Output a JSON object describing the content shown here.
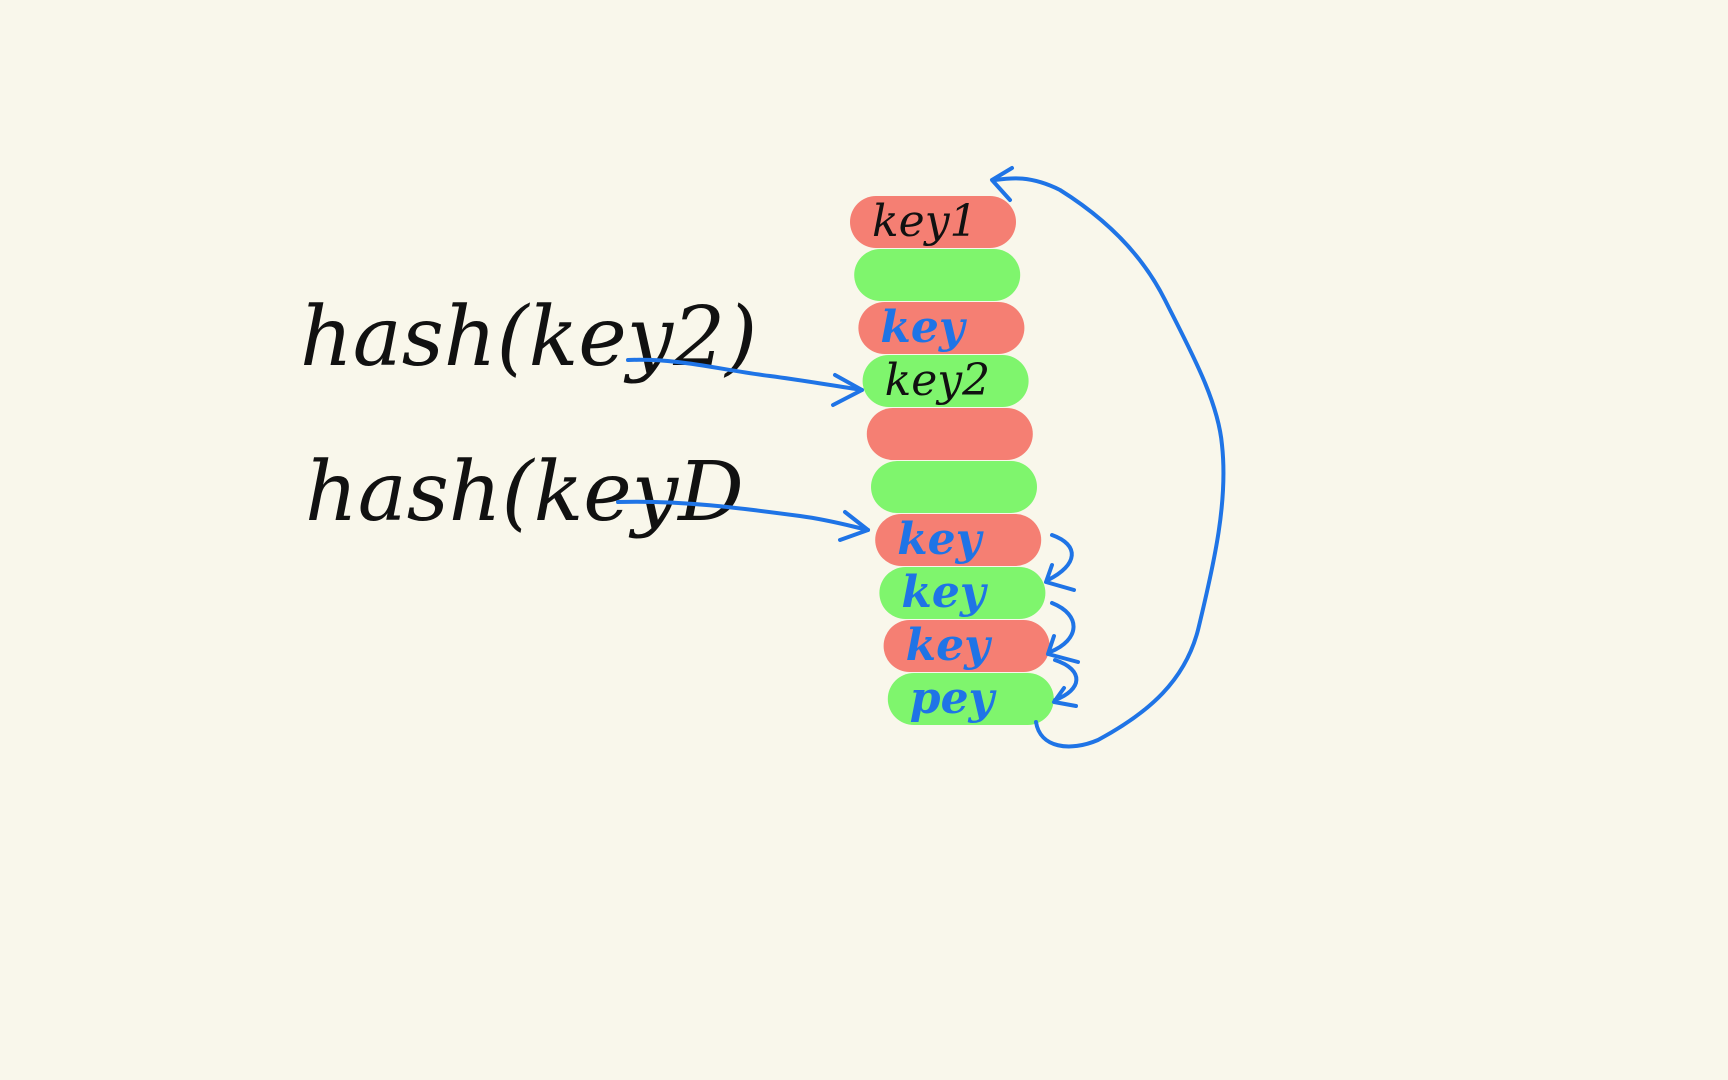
{
  "colors": {
    "background": "#f9f7eb",
    "red_slot": "#f57f73",
    "green_slot": "#7ff56d",
    "arrow": "#1f74e6",
    "ink_black": "#111111",
    "ink_blue": "#1f74e6"
  },
  "labels": {
    "hash_key2": "hash(key2)",
    "hash_key1": "hash(keyD"
  },
  "slots": [
    {
      "color": "red",
      "text": "key1",
      "ink": "black"
    },
    {
      "color": "green",
      "text": "",
      "ink": ""
    },
    {
      "color": "red",
      "text": "key",
      "ink": "blue"
    },
    {
      "color": "green",
      "text": "key2",
      "ink": "black"
    },
    {
      "color": "red",
      "text": "",
      "ink": ""
    },
    {
      "color": "green",
      "text": "",
      "ink": ""
    },
    {
      "color": "red",
      "text": "key",
      "ink": "blue"
    },
    {
      "color": "green",
      "text": "key",
      "ink": "blue"
    },
    {
      "color": "red",
      "text": "key",
      "ink": "blue"
    },
    {
      "color": "green",
      "text": "pey",
      "ink": "blue"
    }
  ]
}
